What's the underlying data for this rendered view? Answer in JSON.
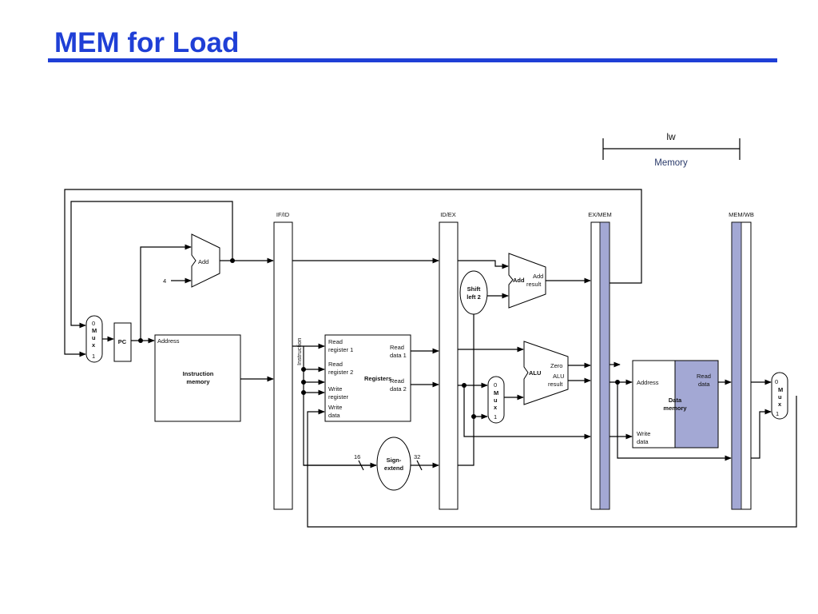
{
  "title": "MEM for Load",
  "stage_indicator": {
    "instruction": "lw",
    "stage": "Memory"
  },
  "pipeline_registers": {
    "ifid": "IF/ID",
    "idex": "ID/EX",
    "exmem": "EX/MEM",
    "memwb": "MEM/WB"
  },
  "labels": {
    "constant_four": "4",
    "pc": "PC",
    "add": "Add",
    "add_result_line1": "Add",
    "add_result_line2": "result",
    "shift_line1": "Shift",
    "shift_line2": "left 2",
    "alu": "ALU",
    "zero": "Zero",
    "alu_result_line1": "ALU",
    "alu_result_line2": "result",
    "address": "Address",
    "instruction_memory_line1": "Instruction",
    "instruction_memory_line2": "memory",
    "instruction": "Instruction",
    "read_register1_line1": "Read",
    "read_register1_line2": "register 1",
    "read_register2_line1": "Read",
    "read_register2_line2": "register 2",
    "write_register_line1": "Write",
    "write_register_line2": "register",
    "write_data_line1": "Write",
    "write_data_line2": "data",
    "registers": "Registers",
    "read_data1_line1": "Read",
    "read_data1_line2": "data 1",
    "read_data2_line1": "Read",
    "read_data2_line2": "data 2",
    "sign_extend_line1": "Sign-",
    "sign_extend_line2": "extend",
    "bits_in": "16",
    "bits_out": "32",
    "data_address": "Address",
    "data_read_line1": "Read",
    "data_read_line2": "data",
    "data_memory_line1": "Data",
    "data_memory_line2": "memory",
    "data_write_line1": "Write",
    "data_write_line2": "data",
    "mux_zero": "0",
    "mux_one": "1",
    "mux_m": "M",
    "mux_u": "u",
    "mux_x": "x"
  },
  "colors": {
    "title": "#1f3fd6",
    "highlight": "#a3a8d4",
    "stage_text": "#2a3a6a"
  }
}
